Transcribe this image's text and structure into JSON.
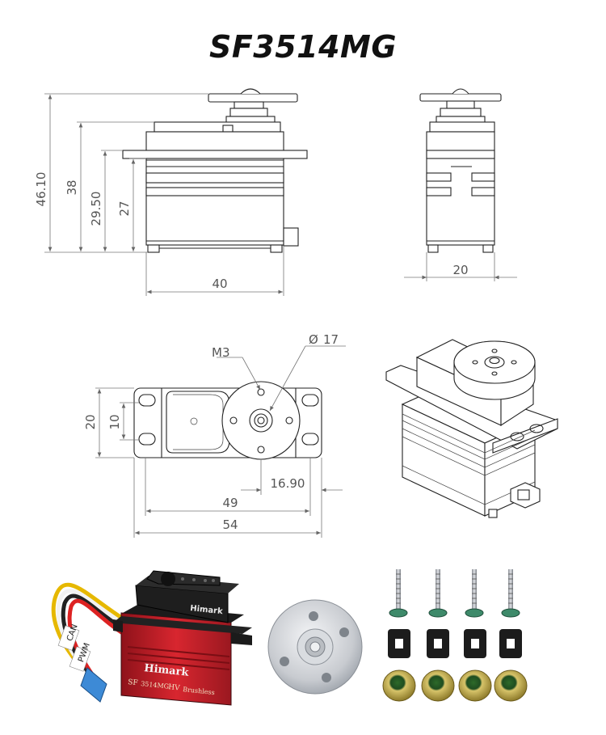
{
  "title": "SF3514MG",
  "front_view": {
    "height_total": "46.10",
    "height_38": "38",
    "height_2950": "29.50",
    "height_27": "27",
    "width": "40"
  },
  "side_view": {
    "width": "20"
  },
  "top_view": {
    "thread": "M3",
    "horn_diameter": "17",
    "diameter_symbol": "Ø",
    "height_20": "20",
    "height_10": "10",
    "offset": "16.90",
    "hole_span": "49",
    "total_length": "54"
  },
  "product": {
    "brand": "Himark",
    "model": "3514MG",
    "model_prefix": "SF",
    "voltage": "HV",
    "motor": "Brushless",
    "wire_tags": [
      "CAN",
      "PWM"
    ],
    "body_color": "#c8202a"
  },
  "accessories": {
    "screw_count": 4,
    "grommet_count": 4,
    "eyelet_count": 4
  }
}
